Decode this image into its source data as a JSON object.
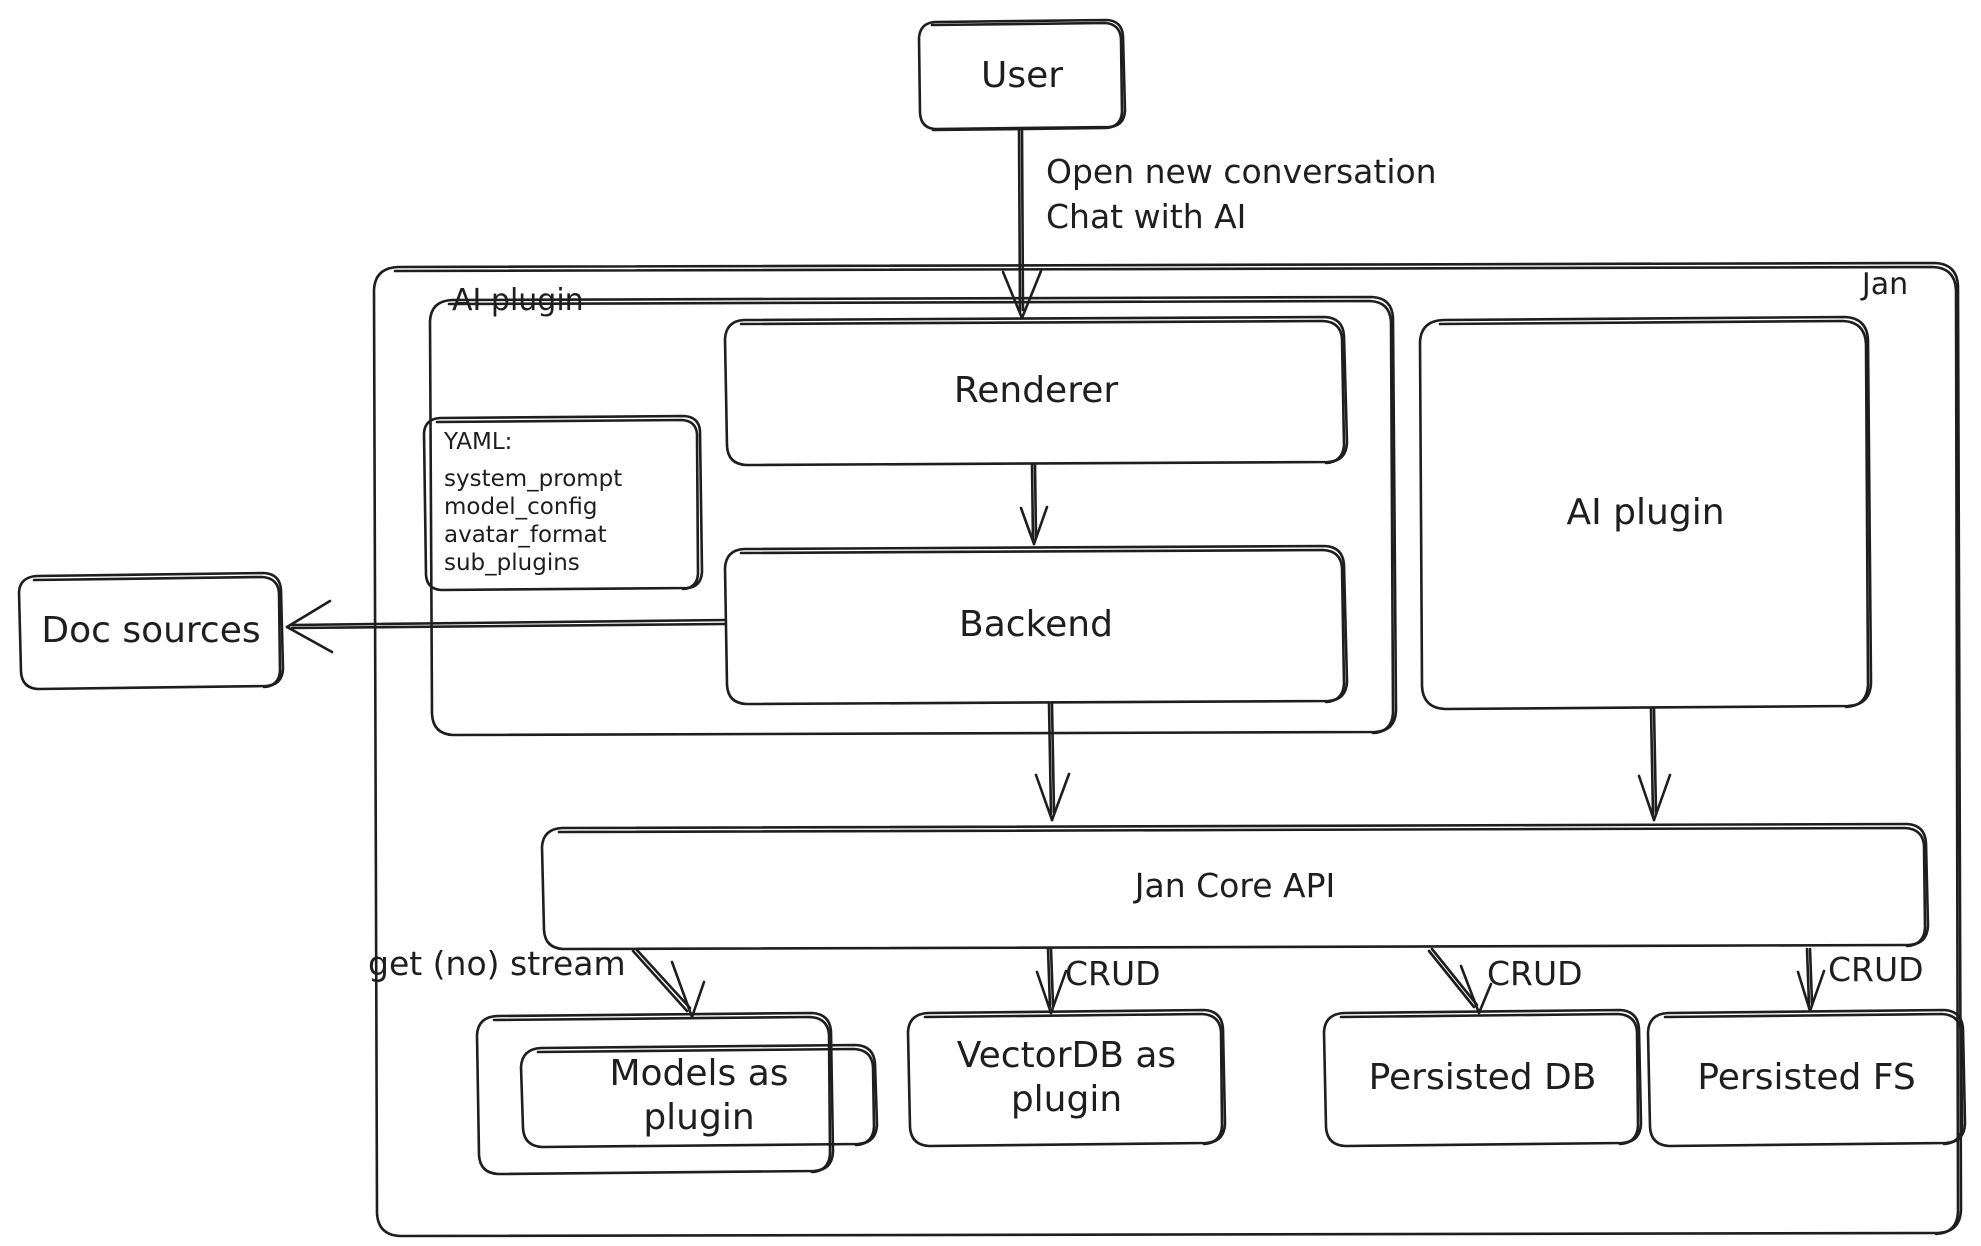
{
  "diagram": {
    "title": "Jan architecture diagram",
    "style": "hand-drawn",
    "stroke_color": "#1e1e1e",
    "background_color": "#ffffff"
  },
  "nodes": {
    "user": {
      "label": "User"
    },
    "jan_container": {
      "label": "Jan"
    },
    "ai_plugin_group": {
      "label": "AI plugin"
    },
    "yaml_note": {
      "title": "YAML:",
      "lines": [
        "system_prompt",
        "model_config",
        "avatar_format",
        "sub_plugins"
      ]
    },
    "renderer": {
      "label": "Renderer"
    },
    "backend": {
      "label": "Backend"
    },
    "ai_plugin_box": {
      "label": "AI plugin"
    },
    "doc_sources": {
      "label": "Doc sources"
    },
    "jan_core_api": {
      "label": "Jan Core API"
    },
    "models_plugin": {
      "label": "Models as\nplugin"
    },
    "vectordb_plugin": {
      "label": "VectorDB as\nplugin"
    },
    "persisted_db": {
      "label": "Persisted DB"
    },
    "persisted_fs": {
      "label": "Persisted FS"
    }
  },
  "edges": [
    {
      "id": "user-renderer",
      "from": "user",
      "to": "renderer",
      "label": "Open new conversation\nChat with AI"
    },
    {
      "id": "renderer-backend",
      "from": "renderer",
      "to": "backend",
      "label": ""
    },
    {
      "id": "backend-docsources",
      "from": "backend",
      "to": "doc_sources",
      "label": ""
    },
    {
      "id": "backend-core",
      "from": "backend",
      "to": "jan_core_api",
      "label": ""
    },
    {
      "id": "aiplugin-core",
      "from": "ai_plugin_box",
      "to": "jan_core_api",
      "label": ""
    },
    {
      "id": "core-models",
      "from": "jan_core_api",
      "to": "models_plugin",
      "label": "get (no) stream"
    },
    {
      "id": "core-vectordb",
      "from": "jan_core_api",
      "to": "vectordb_plugin",
      "label": "CRUD"
    },
    {
      "id": "core-persisteddb",
      "from": "jan_core_api",
      "to": "persisted_db",
      "label": "CRUD"
    },
    {
      "id": "core-persistedfs",
      "from": "jan_core_api",
      "to": "persisted_fs",
      "label": "CRUD"
    }
  ]
}
